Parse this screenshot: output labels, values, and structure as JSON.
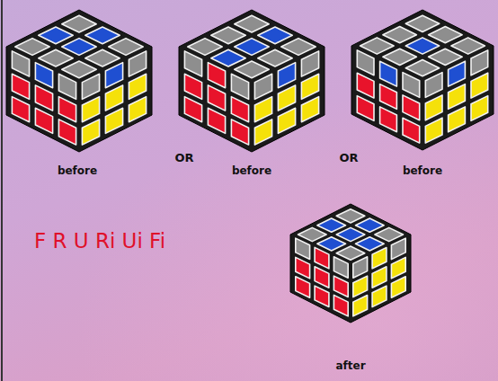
{
  "diagram": {
    "labels": [
      "before",
      "OR",
      "before",
      "OR",
      "before",
      "F R U Ri Ui Fi",
      "after"
    ]
  }
}
